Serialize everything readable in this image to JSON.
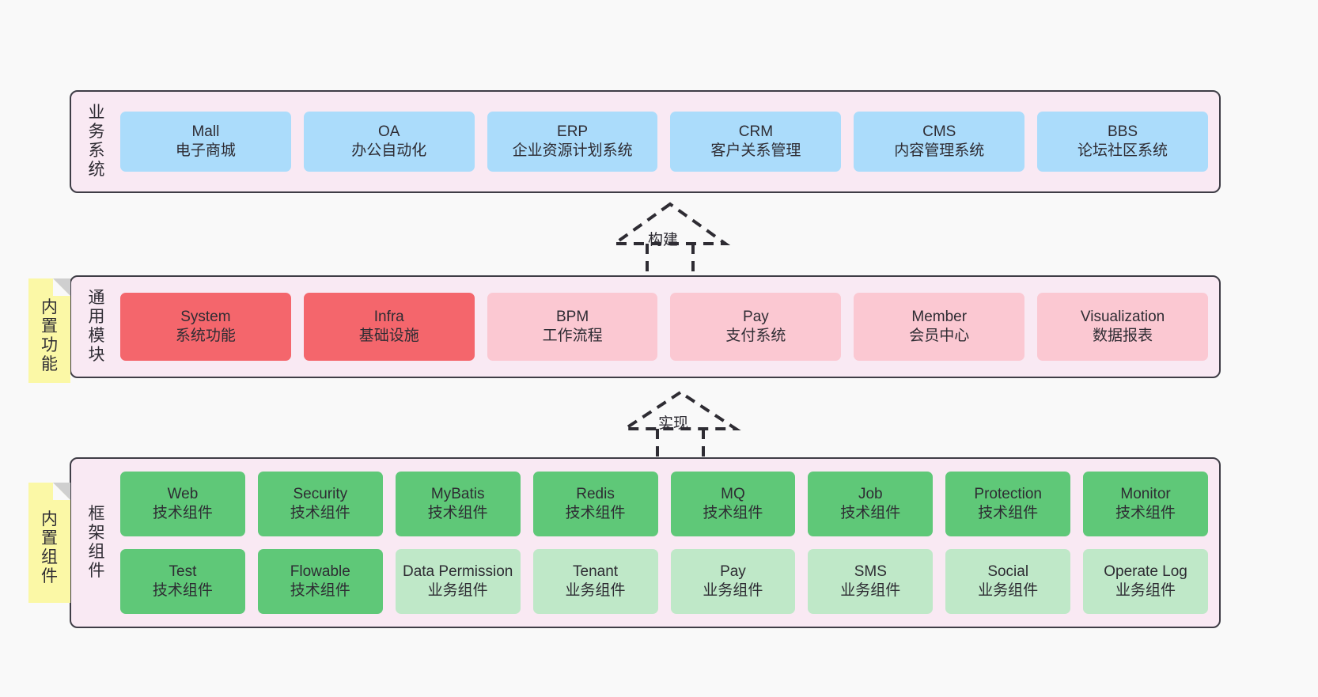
{
  "canvas": {
    "background": "#f9f9f9",
    "container_fill": "#f9e9f3",
    "container_border": "#3f3d46",
    "note_fill": "#fbf8a6",
    "colors": {
      "blue": "#abdcfb",
      "red": "#f4666c",
      "pink": "#fbc8d2",
      "green": "#5fc878",
      "green_light": "#bfe8c8"
    }
  },
  "layers": {
    "business": {
      "label": "业务系统",
      "cards": [
        {
          "en": "Mall",
          "cn": "电子商城",
          "color": "blue"
        },
        {
          "en": "OA",
          "cn": "办公自动化",
          "color": "blue"
        },
        {
          "en": "ERP",
          "cn": "企业资源计划系统",
          "color": "blue"
        },
        {
          "en": "CRM",
          "cn": "客户关系管理",
          "color": "blue"
        },
        {
          "en": "CMS",
          "cn": "内容管理系统",
          "color": "blue"
        },
        {
          "en": "BBS",
          "cn": "论坛社区系统",
          "color": "blue"
        }
      ]
    },
    "common": {
      "label": "通用模块",
      "note": "内置功能",
      "cards": [
        {
          "en": "System",
          "cn": "系统功能",
          "color": "red"
        },
        {
          "en": "Infra",
          "cn": "基础设施",
          "color": "red"
        },
        {
          "en": "BPM",
          "cn": "工作流程",
          "color": "pink"
        },
        {
          "en": "Pay",
          "cn": "支付系统",
          "color": "pink"
        },
        {
          "en": "Member",
          "cn": "会员中心",
          "color": "pink"
        },
        {
          "en": "Visualization",
          "cn": "数据报表",
          "color": "pink"
        }
      ]
    },
    "framework": {
      "label": "框架组件",
      "note": "内置组件",
      "row1": [
        {
          "en": "Web",
          "cn": "技术组件",
          "color": "green"
        },
        {
          "en": "Security",
          "cn": "技术组件",
          "color": "green"
        },
        {
          "en": "MyBatis",
          "cn": "技术组件",
          "color": "green"
        },
        {
          "en": "Redis",
          "cn": "技术组件",
          "color": "green"
        },
        {
          "en": "MQ",
          "cn": "技术组件",
          "color": "green"
        },
        {
          "en": "Job",
          "cn": "技术组件",
          "color": "green"
        },
        {
          "en": "Protection",
          "cn": "技术组件",
          "color": "green"
        },
        {
          "en": "Monitor",
          "cn": "技术组件",
          "color": "green"
        }
      ],
      "row2": [
        {
          "en": "Test",
          "cn": "技术组件",
          "color": "green"
        },
        {
          "en": "Flowable",
          "cn": "技术组件",
          "color": "green"
        },
        {
          "en": "Data Permission",
          "cn": "业务组件",
          "color": "green-light"
        },
        {
          "en": "Tenant",
          "cn": "业务组件",
          "color": "green-light"
        },
        {
          "en": "Pay",
          "cn": "业务组件",
          "color": "green-light"
        },
        {
          "en": "SMS",
          "cn": "业务组件",
          "color": "green-light"
        },
        {
          "en": "Social",
          "cn": "业务组件",
          "color": "green-light"
        },
        {
          "en": "Operate Log",
          "cn": "业务组件",
          "color": "green-light"
        }
      ]
    }
  },
  "connectors": {
    "build": {
      "label": "构建"
    },
    "implement": {
      "label": "实现"
    }
  }
}
